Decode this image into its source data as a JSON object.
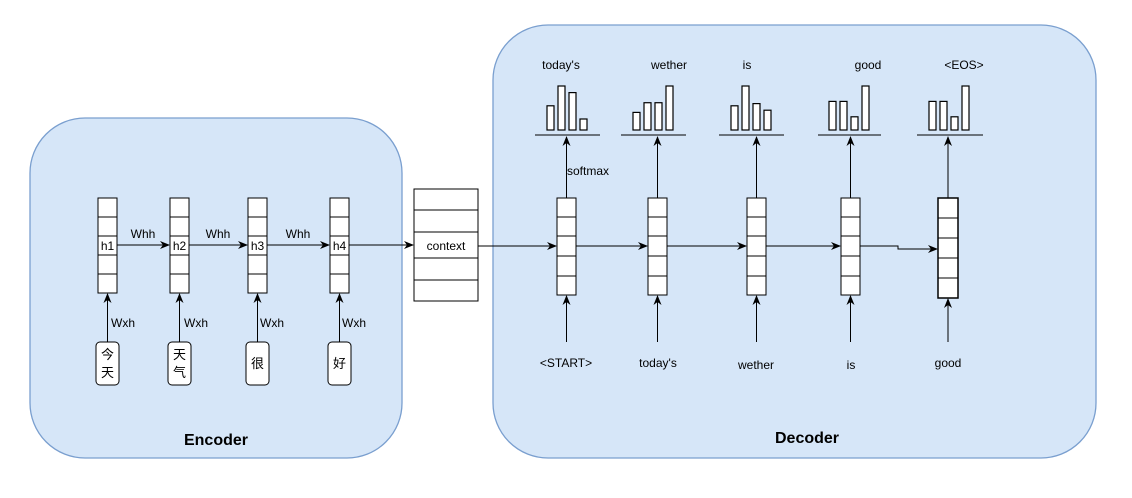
{
  "encoder": {
    "title": "Encoder",
    "hidden_states": [
      "h1",
      "h2",
      "h3",
      "h4"
    ],
    "recurrent_weight": "Whh",
    "input_weight": "Wxh",
    "inputs": [
      [
        "今",
        "天"
      ],
      [
        "天",
        "气"
      ],
      [
        "很"
      ],
      [
        "好"
      ]
    ]
  },
  "context": {
    "label": "context"
  },
  "decoder": {
    "title": "Decoder",
    "softmax_label": "softmax",
    "outputs": [
      "today's",
      "wether",
      "is",
      "good",
      "<EOS>"
    ],
    "inputs": [
      "<START>",
      "today's",
      "wether",
      "is",
      "good"
    ],
    "distributions": [
      [
        0.55,
        1.0,
        0.85,
        0.25
      ],
      [
        0.4,
        0.62,
        0.62,
        1.0
      ],
      [
        0.55,
        1.0,
        0.6,
        0.45
      ],
      [
        0.65,
        0.65,
        0.3,
        1.0
      ],
      [
        0.65,
        0.65,
        0.3,
        1.0
      ]
    ]
  }
}
